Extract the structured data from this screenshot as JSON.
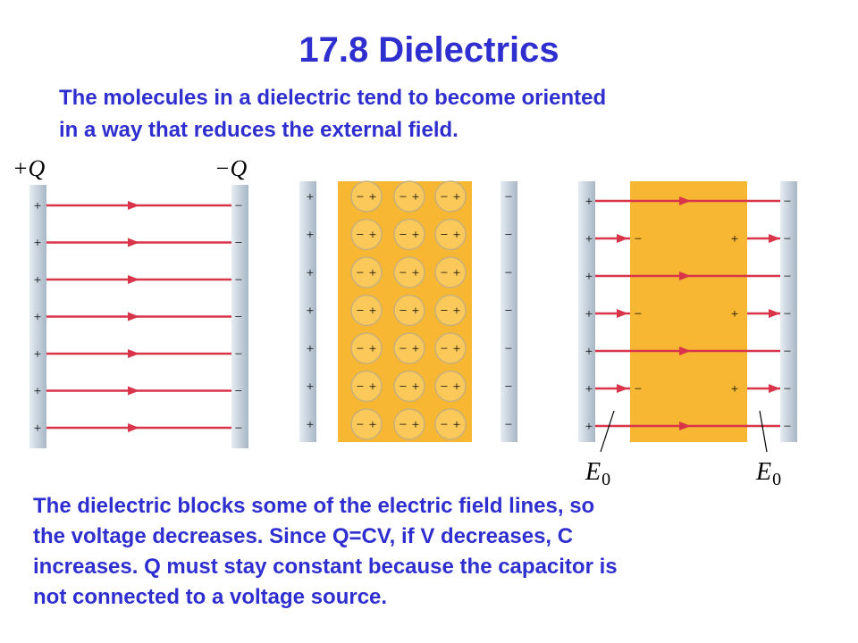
{
  "slide": {
    "title": "17.8 Dielectrics",
    "intro": "The molecules in a dielectric tend to become oriented\nin a way that reduces the external field.",
    "outro": "The dielectric blocks some of the electric field lines, so\nthe voltage decreases.  Since Q=CV, if V decreases, C\nincreases.  Q must stay constant because the capacitor is\nnot connected to a voltage source."
  },
  "figure": {
    "left_charge": "+Q",
    "right_charge": "−Q",
    "plus_sign": "+",
    "minus_sign": "−",
    "field_label": "E",
    "field_subscript": "0",
    "colors": {
      "title_text": "#2f2fd0",
      "plate": "#c9d4df",
      "field_line": "#d8344a",
      "dielectric": "#f7b733",
      "molecule": "#fbc85a"
    }
  }
}
